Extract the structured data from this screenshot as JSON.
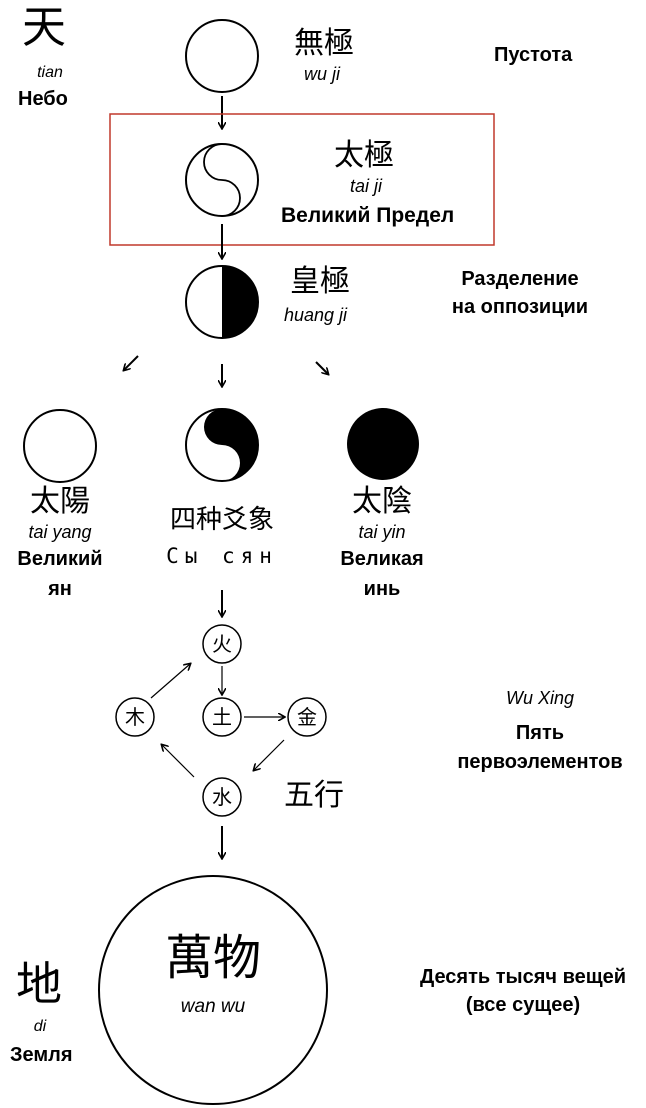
{
  "heaven": {
    "hanzi": "天",
    "pinyin": "tian",
    "ru": "Небо"
  },
  "earth": {
    "hanzi": "地",
    "pinyin": "di",
    "ru": "Земля"
  },
  "wuji": {
    "hanzi": "無極",
    "pinyin": "wu ji",
    "ru": "Пустота"
  },
  "taiji": {
    "hanzi": "太極",
    "pinyin": "tai ji",
    "ru": "Великий Предел"
  },
  "huangji": {
    "hanzi": "皇極",
    "pinyin": "huang ji",
    "ru_line1": "Разделение",
    "ru_line2": "на оппозиции"
  },
  "taiyang": {
    "hanzi": "太陽",
    "pinyin": "tai yang",
    "ru_line1": "Великий",
    "ru_line2": "ян"
  },
  "sixiang": {
    "hanzi": "四种爻象",
    "ru": "Сы сян"
  },
  "taiyin": {
    "hanzi": "太陰",
    "pinyin": "tai yin",
    "ru_line1": "Великая",
    "ru_line2": "инь"
  },
  "wuxing": {
    "pinyin": "Wu Xing",
    "ru_line1": "Пять",
    "ru_line2": "первоэлементов",
    "hanzi": "五行",
    "elements": {
      "fire": "火",
      "earth": "土",
      "metal": "金",
      "wood": "木",
      "water": "水"
    }
  },
  "wanwu": {
    "hanzi": "萬物",
    "pinyin": "wan wu",
    "ru_line1": "Десять тысяч вещей",
    "ru_line2": "(все сущее)"
  },
  "colors": {
    "highlight_box": "#c0392b",
    "ink": "#000000"
  }
}
